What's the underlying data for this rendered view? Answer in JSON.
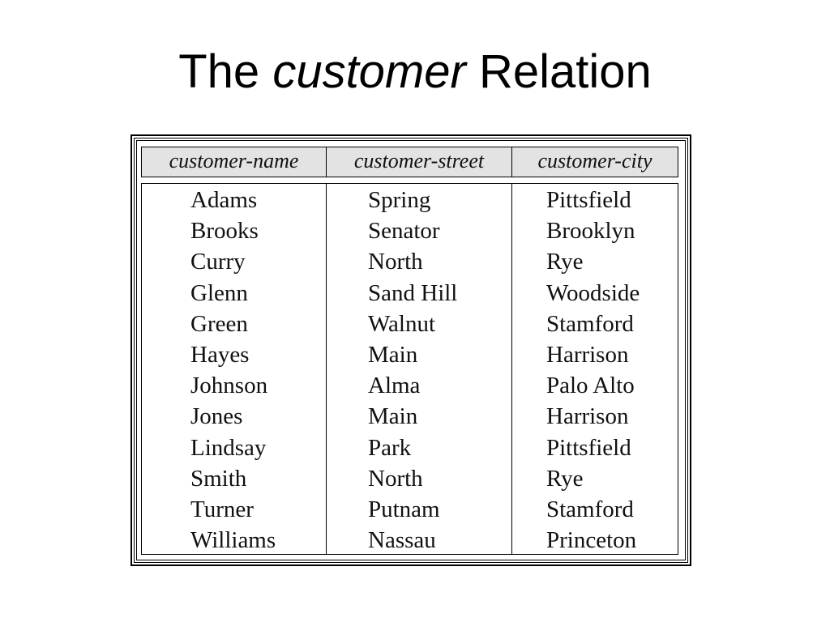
{
  "title": {
    "prefix": "The",
    "emphasis": "customer",
    "suffix": "Relation"
  },
  "table": {
    "columns": [
      "customer-name",
      "customer-street",
      "customer-city"
    ],
    "rows": [
      [
        "Adams",
        "Spring",
        "Pittsfield"
      ],
      [
        "Brooks",
        "Senator",
        "Brooklyn"
      ],
      [
        "Curry",
        "North",
        "Rye"
      ],
      [
        "Glenn",
        "Sand Hill",
        "Woodside"
      ],
      [
        "Green",
        "Walnut",
        "Stamford"
      ],
      [
        "Hayes",
        "Main",
        "Harrison"
      ],
      [
        "Johnson",
        "Alma",
        "Palo Alto"
      ],
      [
        "Jones",
        "Main",
        "Harrison"
      ],
      [
        "Lindsay",
        "Park",
        "Pittsfield"
      ],
      [
        "Smith",
        "North",
        "Rye"
      ],
      [
        "Turner",
        "Putnam",
        "Stamford"
      ],
      [
        "Williams",
        "Nassau",
        "Princeton"
      ]
    ]
  }
}
